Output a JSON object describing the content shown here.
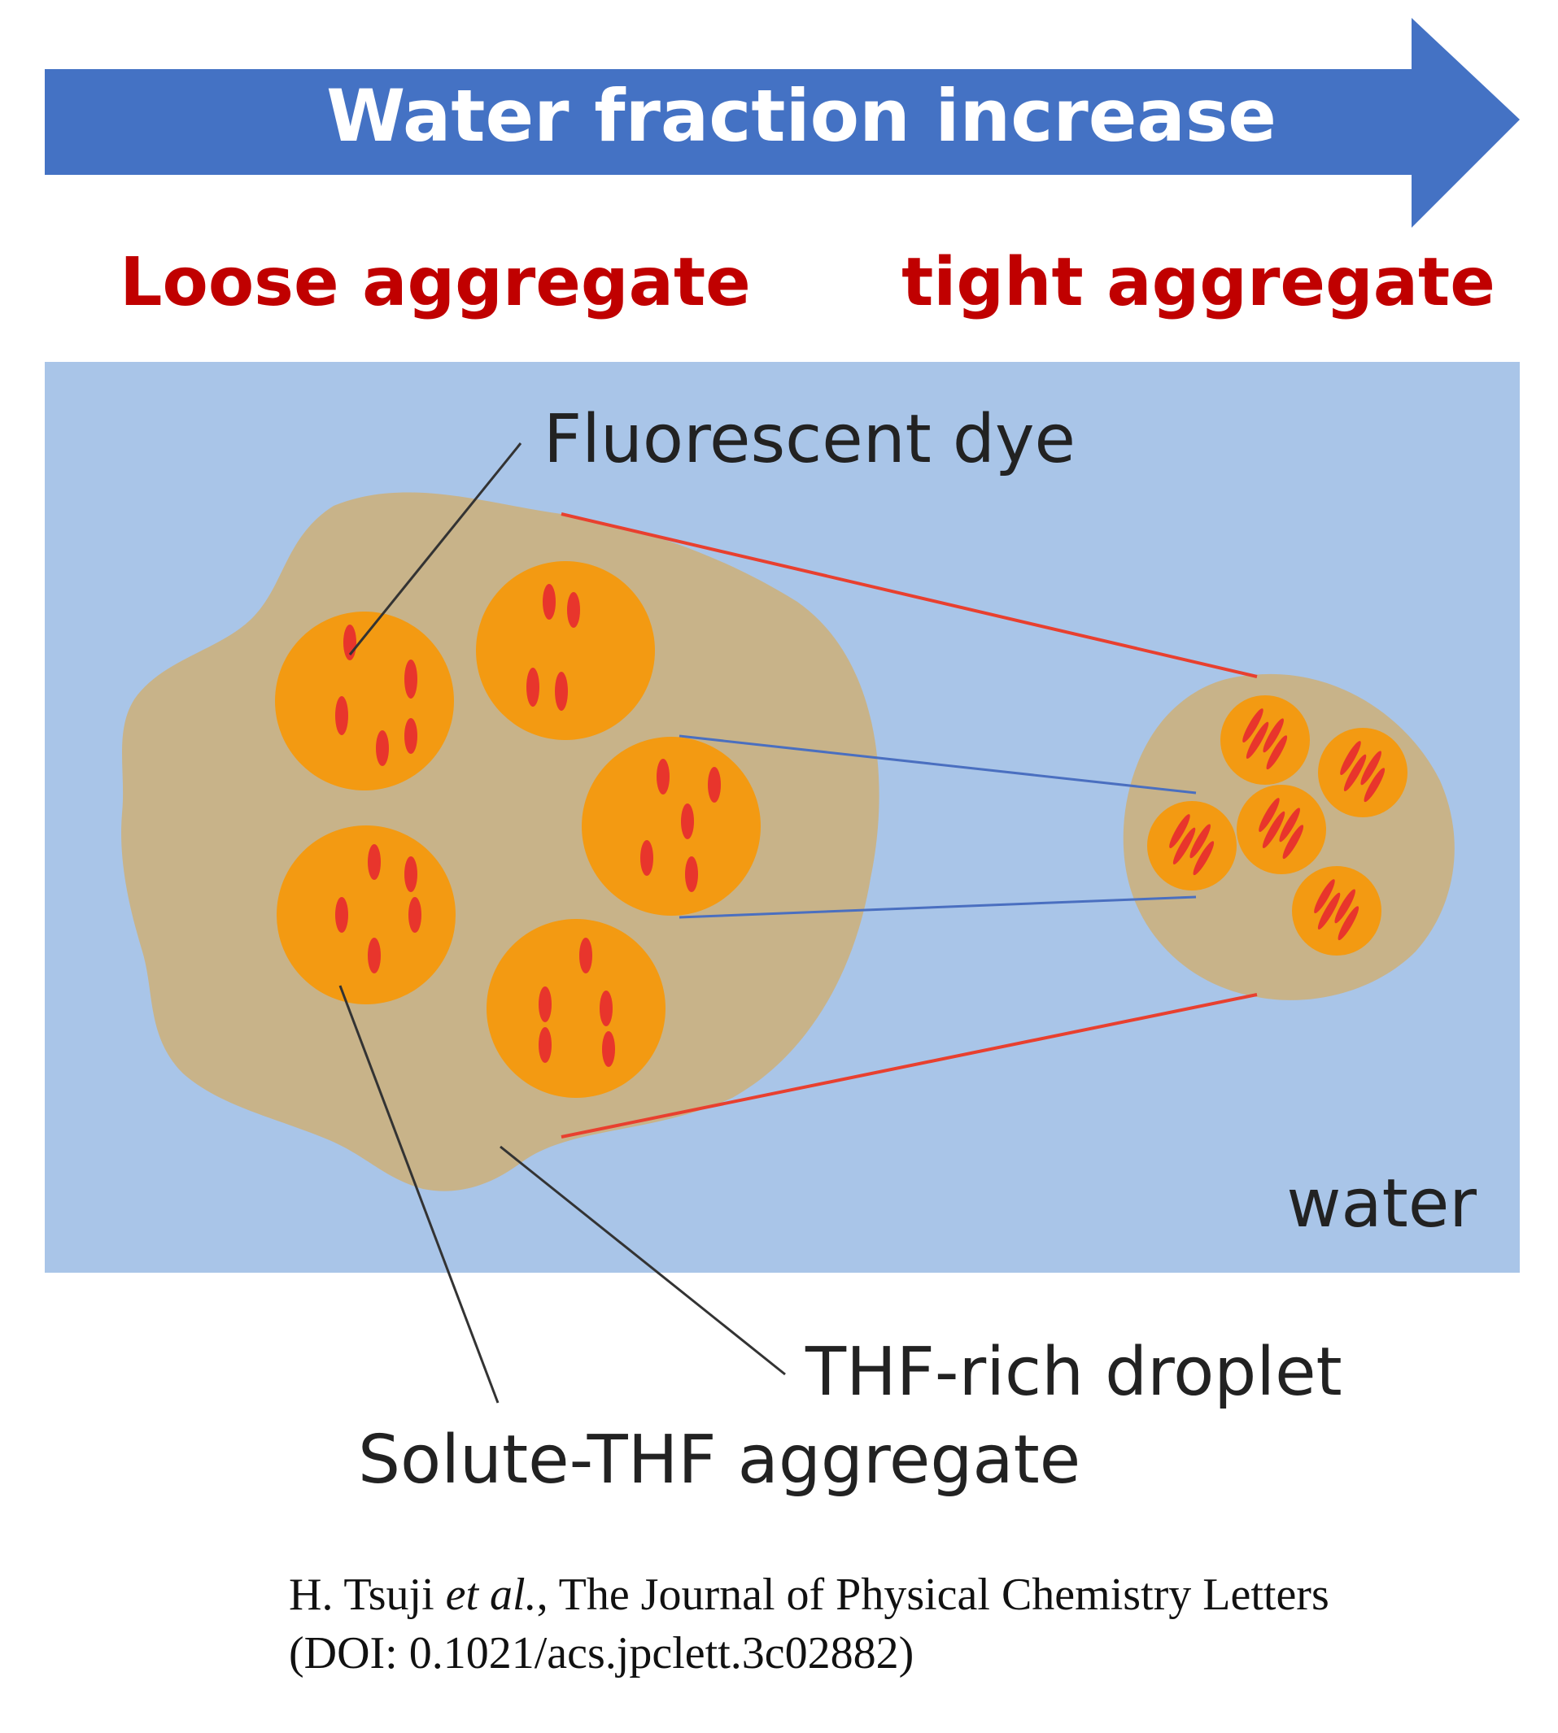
{
  "colors": {
    "arrow": "#4472c4",
    "arrow_text": "#ffffff",
    "aggregate_label": "#c00000",
    "water": "#a9c5e8",
    "droplet": "#c8b389",
    "aggregate_fill": "#f39a12",
    "dye_mark": "#e8352c",
    "zoom_line_red": "#e8402f",
    "zoom_line_blue": "#4a6fc0",
    "leader_line": "#333333",
    "text": "#222222"
  },
  "arrow": {
    "label": "Water fraction increase"
  },
  "headers": {
    "loose": "Loose aggregate",
    "tight": "tight aggregate"
  },
  "diagram": {
    "fluorescent_dye_label": "Fluorescent dye",
    "water_label": "water",
    "thf_droplet_label": "THF-rich droplet",
    "solute_thf_label": "Solute-THF aggregate"
  },
  "citation": {
    "authors_prefix": "H. Tsuji ",
    "etal": "et al.",
    "journal": ", The Journal of Physical Chemistry Letters",
    "doi": "(DOI: 0.1021/acs.jpclett.3c02882)"
  }
}
